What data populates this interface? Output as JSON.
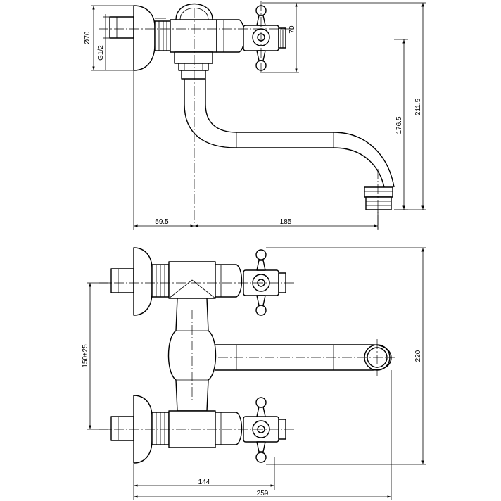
{
  "dimensions": {
    "diameter_70": "Ø70",
    "thread": "G1/2",
    "height_70": "70",
    "spout_height": "176.5",
    "total_height": "211.5",
    "wall_offset": "59.5",
    "spout_reach": "185",
    "center_distance": "150±25",
    "total_depth": "220",
    "handle_distance": "144",
    "total_width": "259"
  }
}
